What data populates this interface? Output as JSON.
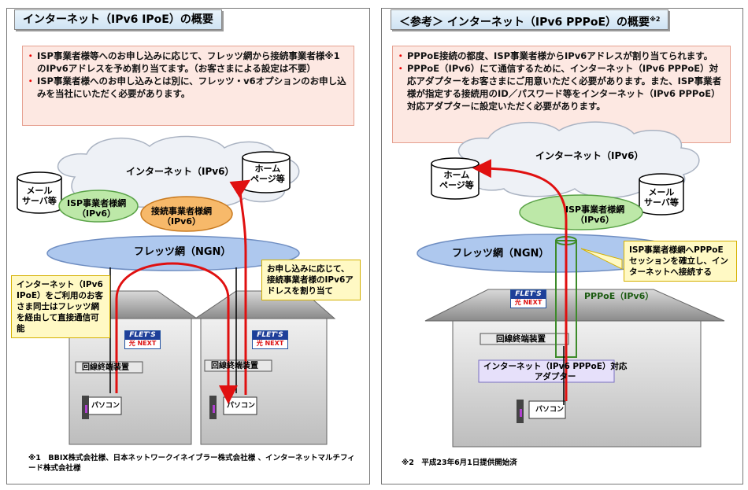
{
  "left": {
    "title": "インターネット（IPv6 IPoE）の概要",
    "bullets": [
      "ISP事業者様等へのお申し込みに応じて、フレッツ網から接続事業者様※1のIPv6アドレスを予め割り当てます。（お客さまによる設定は不要）",
      "ISP事業者様へのお申し込みとは別に、フレッツ・v6オプションのお申し込みを当社にいただく必要があります。"
    ],
    "cloud_label": "インターネット（IPv6）",
    "mail_server": [
      "メール",
      "サーバ等"
    ],
    "homepage": [
      "ホーム",
      "ページ等"
    ],
    "isp_net": [
      "ISP事業者様網",
      "（IPv6）"
    ],
    "connect_net": [
      "接続事業者様網",
      "（IPv6）"
    ],
    "flets_net": "フレッツ網（NGN）",
    "callout_left": "インターネット（IPv6 IPoE）をご利用のお客さま同士はフレッツ網を経由して直接通信可能",
    "callout_right": "お申し込みに応じて、接続事業者様のIPv6アドレスを割り当て",
    "onu_label": "回線終端装置",
    "pc_label": "パソコン",
    "footnote": "※1　BBIX株式会社様、日本ネットワークイネイブラー株式会社様 、インターネットマルチフィード株式会社様"
  },
  "right": {
    "title": "＜参考＞ インターネット（IPv6 PPPoE）の概要",
    "title_note": "※2",
    "bullets": [
      "PPPoE接続の都度、ISP事業者様からIPv6アドレスが割り当てられます。",
      "PPPoE（IPv6）にて通信するために、インターネット（IPv6 PPPoE）対応アダプターをお客さまにご用意いただく必要があります。また、ISP事業者様が指定する接続用のID／パスワード等をインターネット（IPv6 PPPoE）対応アダプターに設定いただく必要があります。"
    ],
    "cloud_label": "インターネット（IPv6）",
    "homepage": [
      "ホーム",
      "ページ等"
    ],
    "mail_server": [
      "メール",
      "サーバ等"
    ],
    "isp_net": [
      "ISP事業者様網",
      "（IPv6）"
    ],
    "flets_net": "フレッツ網（NGN）",
    "callout": "ISP事業者様網へPPPoEセッションを確立し、インターネットへ接続する",
    "pppoe_label": "PPPoE（IPv6）",
    "onu_label": "回線終端装置",
    "adapter_label": [
      "インターネット（IPv6 PPPoE）対応",
      "アダプター"
    ],
    "pc_label": "パソコン",
    "footnote": "※2　平成23年6月1日提供開始済"
  },
  "logo": {
    "top": "FLET'S",
    "bottom": "光 NEXT"
  },
  "colors": {
    "arrow": "#e01010",
    "cloud_fill": "#eef1f6",
    "flets_fill": "#aec8ee",
    "isp_fill": "#bde8a8",
    "connect_fill": "#f7b96a",
    "tube": "#3d8b2a"
  }
}
